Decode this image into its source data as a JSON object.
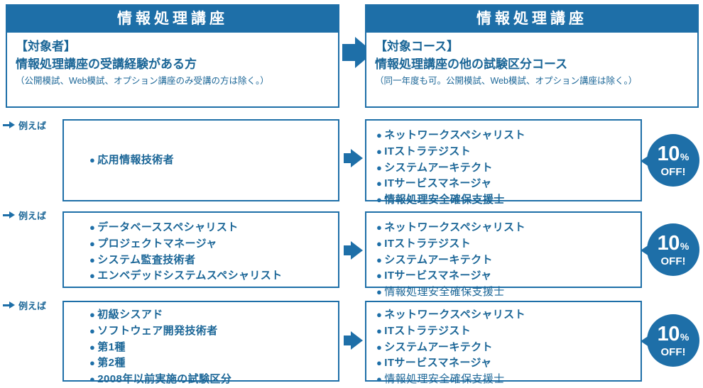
{
  "headers": {
    "left": {
      "title": "情報処理講座",
      "line1": "【対象者】",
      "line2": "情報処理講座の受講経験がある方",
      "note": "（公開模試、Web模試、オプション講座のみ受講の方は除く。）"
    },
    "right": {
      "title": "情報処理講座",
      "line1": "【対象コース】",
      "line2": "情報処理講座の他の試験区分コース",
      "note": "（同一年度も可。公開模試、Web模試、オプション講座は除く。）"
    }
  },
  "example_label": "例えば",
  "rows": [
    {
      "left_items": [
        "応用情報技術者"
      ],
      "right_items": [
        "ネットワークスペシャリスト",
        "ITストラテジスト",
        "システムアーキテクト",
        "ITサービスマネージャ",
        "情報処理安全確保支援士"
      ],
      "right_thin_index": null,
      "badge": {
        "number": "10",
        "percent": "%",
        "off": "OFF!"
      }
    },
    {
      "left_items": [
        "データベーススペシャリスト",
        "プロジェクトマネージャ",
        "システム監査技術者",
        "エンベデッドシステムスペシャリスト"
      ],
      "right_items": [
        "ネットワークスペシャリスト",
        "ITストラテジスト",
        "システムアーキテクト",
        "ITサービスマネージャ",
        "情報処理安全確保支援士"
      ],
      "right_thin_index": 4,
      "badge": {
        "number": "10",
        "percent": "%",
        "off": "OFF!"
      }
    },
    {
      "left_items": [
        "初級シスアド",
        "ソフトウェア開発技術者",
        "第1種",
        "第2種",
        "2008年以前実施の試験区分"
      ],
      "right_items": [
        "ネットワークスペシャリスト",
        "ITストラテジスト",
        "システムアーキテクト",
        "ITサービスマネージャ",
        "情報処理安全確保支援士"
      ],
      "right_thin_index": 4,
      "badge": {
        "number": "10",
        "percent": "%",
        "off": "OFF!"
      }
    }
  ],
  "bullet": "●",
  "colors": {
    "brand": "#1e6fa8",
    "text": "#1b6697",
    "white": "#ffffff"
  }
}
